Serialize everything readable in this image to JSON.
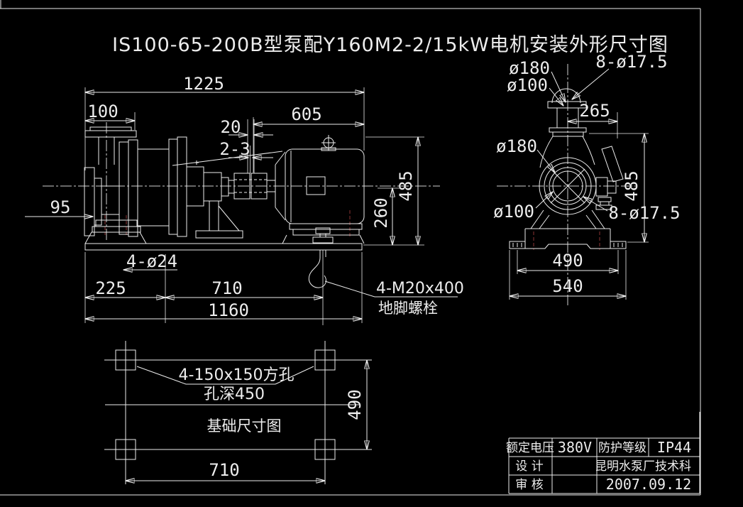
{
  "title": "IS100-65-200B型泵配Y160M2-2/15kW电机安装外形尺寸图",
  "side_view": {
    "dim_overall_length": "1225",
    "dim_flange_offset": "100",
    "dim_motor_length": "605",
    "dim_coupling_clearance": "20",
    "dim_coupling_gap": "2-3",
    "dim_total_height": "485",
    "dim_shaft_height": "260",
    "dim_suction_height": "95",
    "dim_base_holes": "4-ø24",
    "dim_bolt_left_offset": "225",
    "dim_bolt_spacing": "710",
    "dim_base_length": "1160",
    "anchor_bolt_spec": "4-M20x400",
    "anchor_bolt_label": "地脚螺栓"
  },
  "front_view": {
    "dim_discharge_outer": "ø180",
    "dim_discharge_bore": "ø100",
    "dim_discharge_bolts": "8-ø17.5",
    "dim_center_offset": "265",
    "dim_suction_outer": "ø180",
    "dim_suction_bore": "ø100",
    "dim_height": "485",
    "dim_suction_bolts": "8-ø17.5",
    "dim_bolt_span": "490",
    "dim_base_width": "540"
  },
  "foundation_view": {
    "holes_note_line1": "4-150x150方孔",
    "holes_note_line2": "孔深450",
    "caption": "基础尺寸图",
    "dim_width": "490",
    "dim_length": "710"
  },
  "title_block": {
    "rated_voltage_label": "额定电压",
    "rated_voltage_value": "380V",
    "protection_label": "防护等级",
    "protection_value": "IP44",
    "design_label": "设 计",
    "design_value": "昆明水泵厂技术科",
    "review_label": "审 核",
    "review_value": "2007.09.12"
  },
  "colors": {
    "background": "#000000",
    "line": "#ededed",
    "centerline_red": "#8a3434"
  }
}
